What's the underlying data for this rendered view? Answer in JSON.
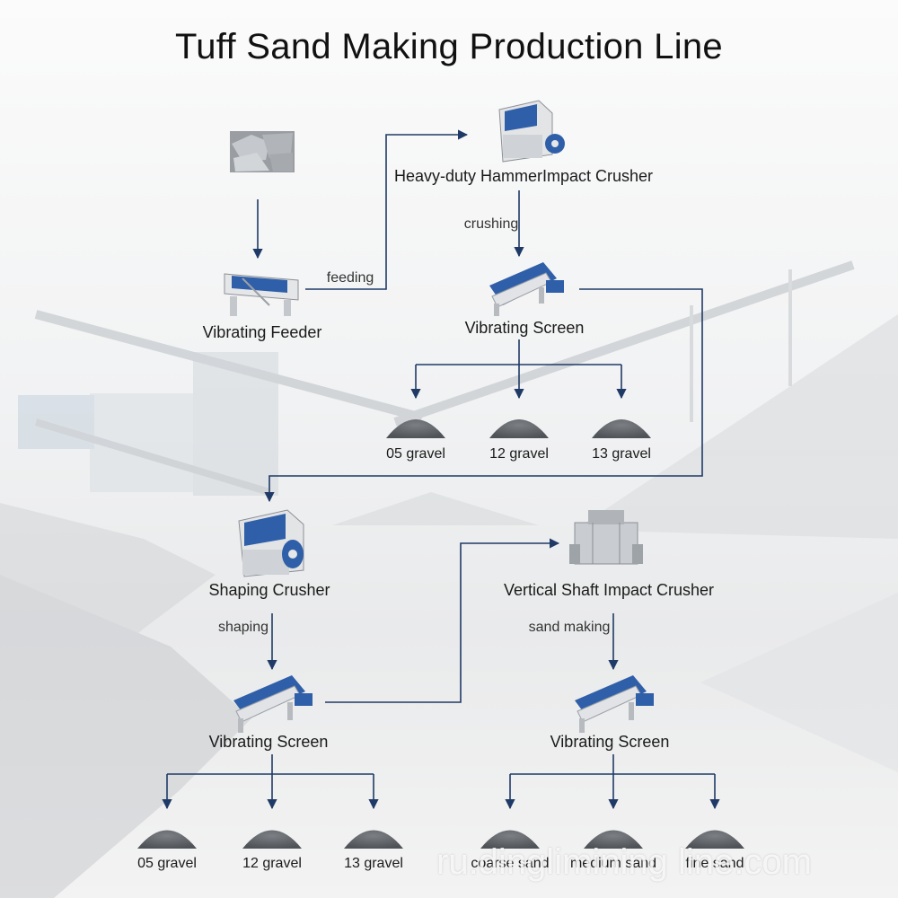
{
  "title": "Tuff Sand Making Production Line",
  "colors": {
    "arrow": "#1f3a66",
    "machine_blue": "#2f5fa8",
    "pile": "#5b5e63"
  },
  "nodes": {
    "raw_stone": {
      "label": ""
    },
    "vibrating_feeder": {
      "label": "Vibrating Feeder",
      "icon": "vibrating-feeder-icon"
    },
    "hammer_crusher": {
      "label": "Heavy-duty HammerImpact Crusher",
      "icon": "impact-crusher-icon"
    },
    "screen_1": {
      "label": "Vibrating Screen",
      "icon": "vibrating-screen-icon"
    },
    "shaping_crusher": {
      "label": "Shaping Crusher",
      "icon": "impact-crusher-icon"
    },
    "screen_2": {
      "label": "Vibrating Screen",
      "icon": "vibrating-screen-icon"
    },
    "vsi_crusher": {
      "label": "Vertical Shaft Impact Crusher",
      "icon": "vsi-crusher-icon"
    },
    "screen_3": {
      "label": "Vibrating Screen",
      "icon": "vibrating-screen-icon"
    }
  },
  "edges": {
    "feeding": "feeding",
    "crushing": "crushing",
    "shaping": "shaping",
    "sand_making": "sand making"
  },
  "outputs": {
    "screen_1": [
      "05 gravel",
      "12 gravel",
      "13 gravel"
    ],
    "screen_2": [
      "05 gravel",
      "12 gravel",
      "13 gravel"
    ],
    "screen_3": [
      "coarse sand",
      "medium sand",
      "fine sand"
    ]
  },
  "watermark": "ru.dinglimining line.com"
}
